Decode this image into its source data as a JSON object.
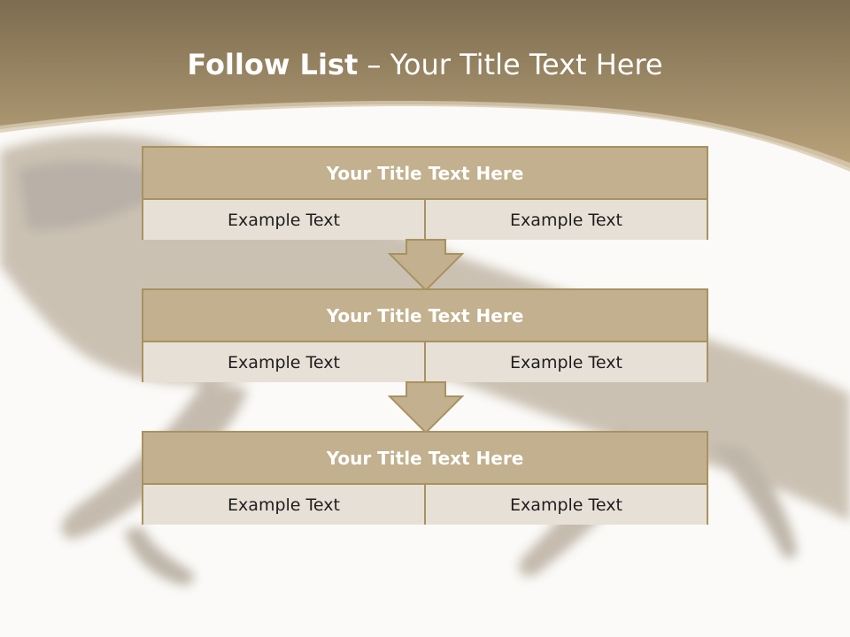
{
  "slide": {
    "title_bold": "Follow List",
    "title_rest": " – Your Title Text Here"
  },
  "steps": [
    {
      "title": "Your Title Text Here",
      "left": "Example Text",
      "right": "Example Text"
    },
    {
      "title": "Your Title Text Here",
      "left": "Example Text",
      "right": "Example Text"
    },
    {
      "title": "Your Title Text Here",
      "left": "Example Text",
      "right": "Example Text"
    }
  ],
  "colors": {
    "header_gradient_top": "#7d6c4f",
    "header_gradient_bottom": "#b8a27a",
    "block_header": "#c2b08e",
    "block_cell": "#e7e0d6",
    "border": "#a89260",
    "arrow_fill": "#c2b08e"
  },
  "icons": {
    "flow_arrow": "down-arrow-icon",
    "background": "salamander-photo"
  }
}
